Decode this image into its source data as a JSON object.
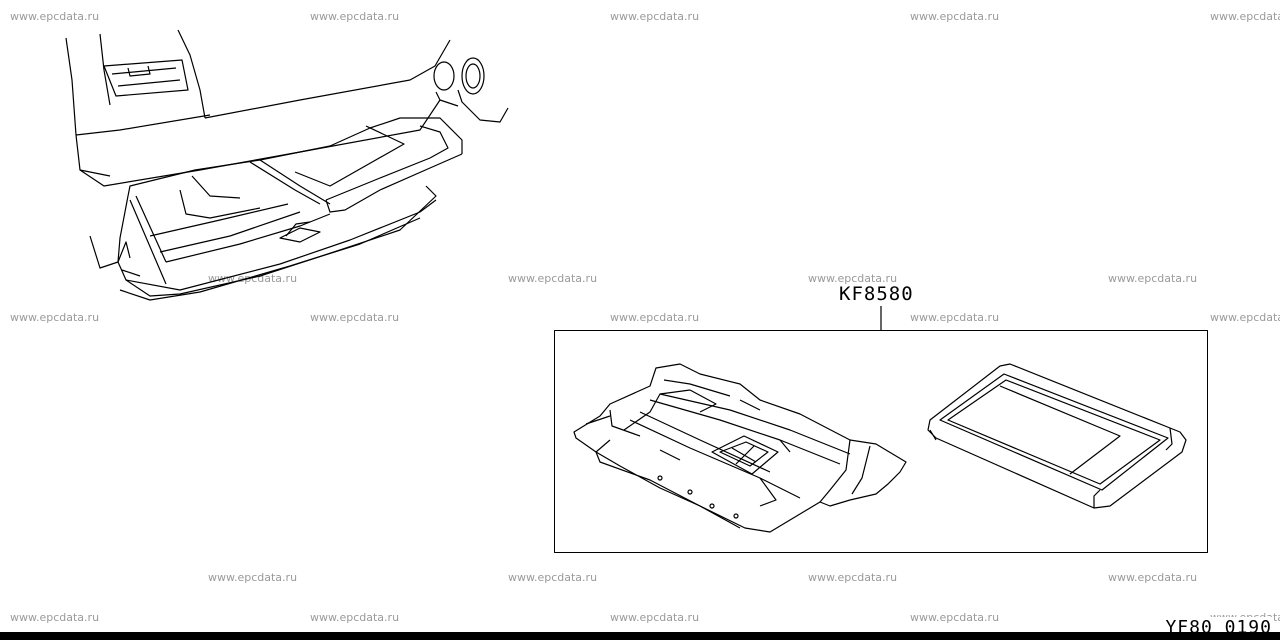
{
  "watermark": "www.epcdata.ru",
  "part_number": "KF8580",
  "diagram_code": "YF80 0190",
  "line_color": "#000000",
  "watermark_color": "#9a9a9a"
}
